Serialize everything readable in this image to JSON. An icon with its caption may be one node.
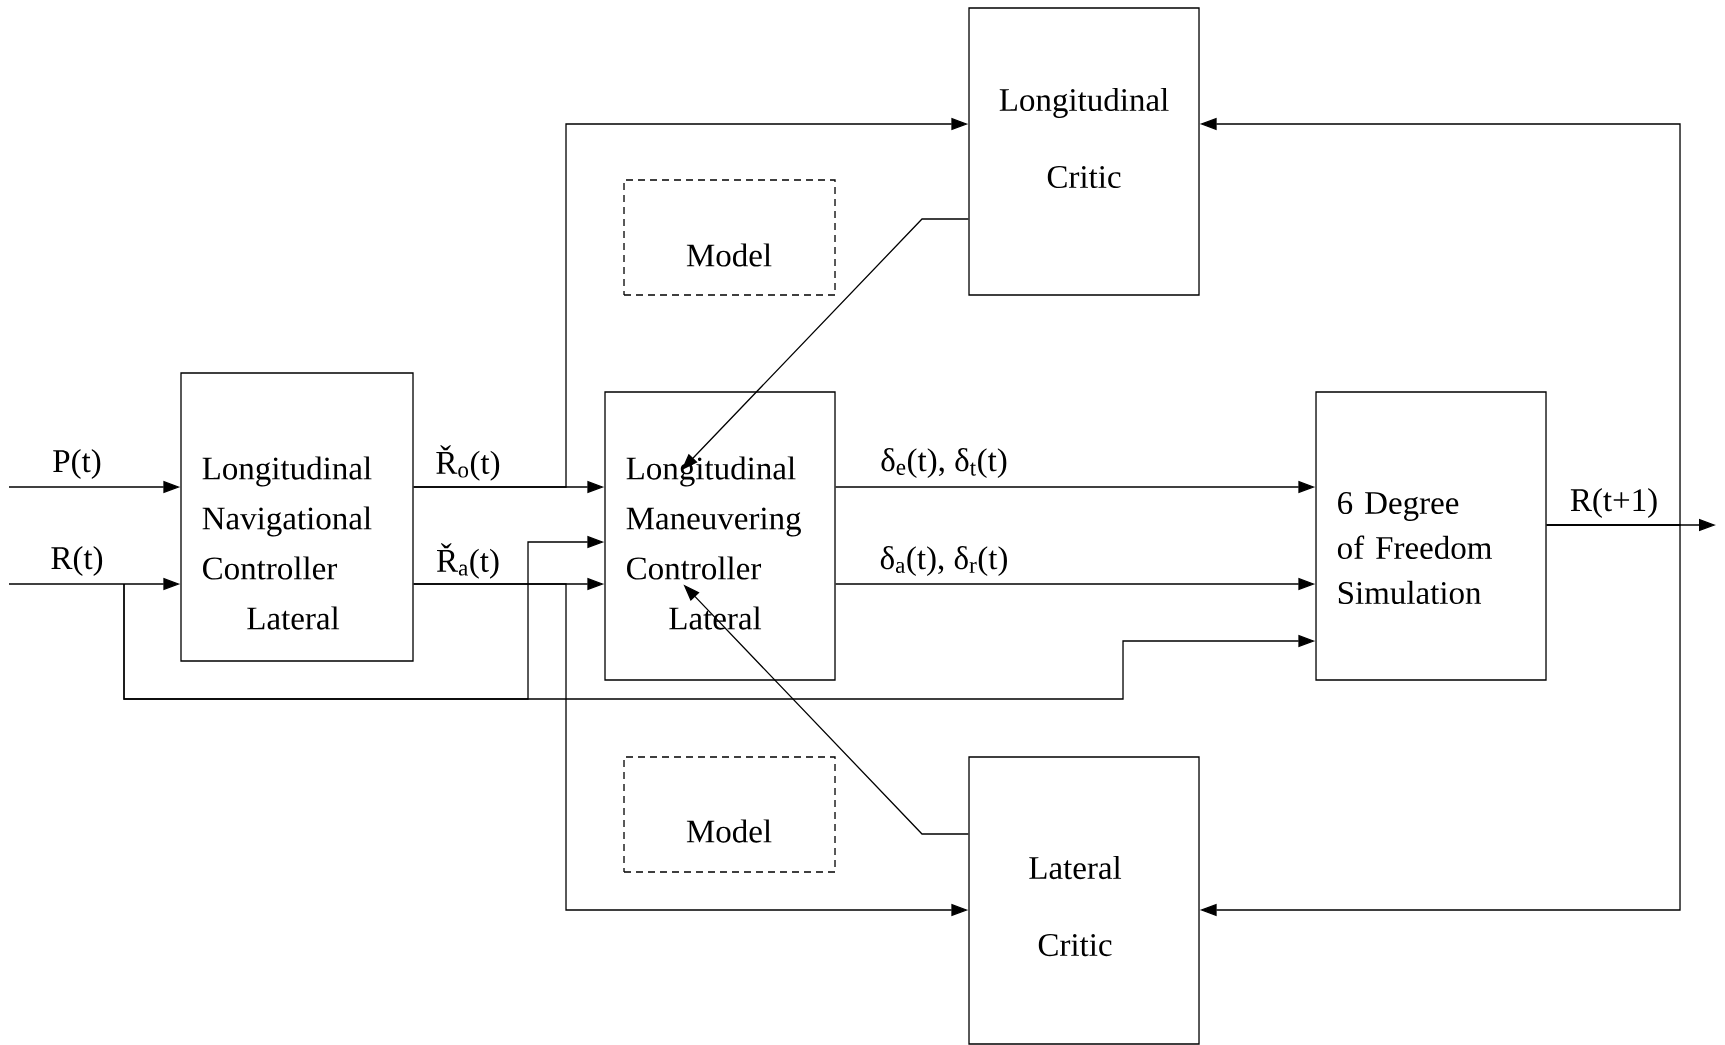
{
  "diagram": {
    "nodes": [
      {
        "text": [
          "Longitudinal Critic"
        ]
      },
      {
        "text": [
          "Model"
        ]
      },
      {
        "text": [
          "Longitudinal Navigational Controller",
          "Lateral"
        ]
      },
      {
        "text": [
          "Longitudinal Maneuvering Controller",
          "Lateral"
        ]
      },
      {
        "text": [
          "6 Degree of Freedom Simulation"
        ]
      },
      {
        "text": [
          "Model"
        ]
      },
      {
        "text": [
          "Lateral Critic"
        ]
      }
    ],
    "edges": [
      {
        "from": null,
        "to": 2,
        "arrow": "to",
        "label": "P(t)"
      },
      {
        "from": null,
        "to": 2,
        "arrow": "to",
        "label": "R(t)"
      },
      {
        "from": 2,
        "to": 3,
        "arrow": "to",
        "label": "Ř$_{o}$(t)"
      },
      {
        "from": 2,
        "to": 3,
        "arrow": "to",
        "label": "Ř$_{a}$(t)"
      },
      {
        "from": 2,
        "to": 0,
        "arrow": "to"
      },
      {
        "from": 2,
        "to": 6,
        "arrow": "to"
      },
      {
        "from": null,
        "to": 3,
        "arrow": "to"
      },
      {
        "from": null,
        "to": 4,
        "arrow": "to"
      },
      {
        "from": 3,
        "to": 4,
        "arrow": "to",
        "label": "δ$_{e}$(t), δ$_{t}$(t)"
      },
      {
        "from": 3,
        "to": 4,
        "arrow": "to",
        "label": "δ$_{a}$(t), δ$_{r}$(t)"
      },
      {
        "from": 4,
        "to": null,
        "arrow": "to",
        "label": "R(t+1)"
      },
      {
        "from": 4,
        "to": 0,
        "arrow": "to"
      },
      {
        "from": 4,
        "to": 6,
        "arrow": "to"
      },
      {
        "from": 0,
        "to": 3,
        "arrow": "to"
      },
      {
        "from": 6,
        "to": 3,
        "arrow": "to"
      }
    ]
  }
}
